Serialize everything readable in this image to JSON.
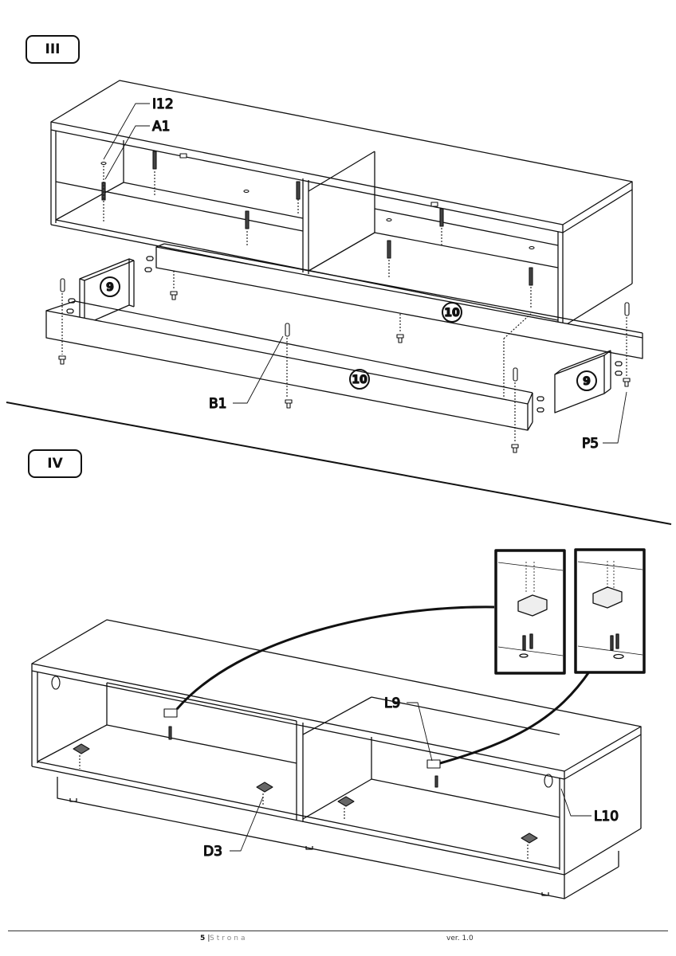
{
  "steps": {
    "step3": "III",
    "step4": "IV"
  },
  "parts": {
    "i12": "I12",
    "a1": "A1",
    "b1": "B1",
    "p5": "P5",
    "l9": "L9",
    "l10": "L10",
    "d3": "D3",
    "panel9": "9",
    "panel10": "10"
  },
  "footer": {
    "page_number": "5",
    "separator": "|",
    "page_word": "Strona",
    "version": "ver. 1.0"
  }
}
